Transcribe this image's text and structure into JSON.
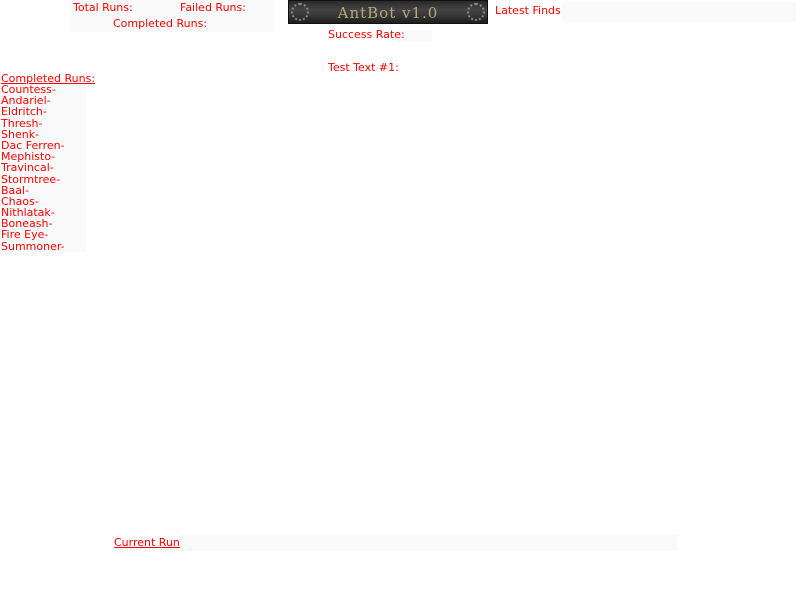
{
  "banner": {
    "title": "AntBot v1.0"
  },
  "stats": {
    "total_runs_label": "Total Runs:",
    "failed_runs_label": "Failed Runs:",
    "completed_runs_label": "Completed Runs:",
    "success_rate_label": "Success Rate:",
    "test_text_label": "Test Text #1:"
  },
  "latest_finds": {
    "label": "Latest Finds:"
  },
  "completed_runs_list": {
    "header": "Completed Runs:",
    "items": [
      {
        "label": "Countess-"
      },
      {
        "label": "Andariel-"
      },
      {
        "label": "Eldritch-"
      },
      {
        "label": "Thresh-"
      },
      {
        "label": "Shenk-"
      },
      {
        "label": "Dac Ferren-"
      },
      {
        "label": "Mephisto-"
      },
      {
        "label": "Travincal-"
      },
      {
        "label": "Stormtree-"
      },
      {
        "label": "Baal-"
      },
      {
        "label": "Chaos-"
      },
      {
        "label": "Nithlatak-"
      },
      {
        "label": "Boneash-"
      },
      {
        "label": "Fire Eye-"
      },
      {
        "label": "Summoner-"
      }
    ]
  },
  "current_run": {
    "label": "Current Run:"
  },
  "colors": {
    "text": "#ff0000",
    "panel": "#fafafa",
    "background": "#ffffff"
  }
}
